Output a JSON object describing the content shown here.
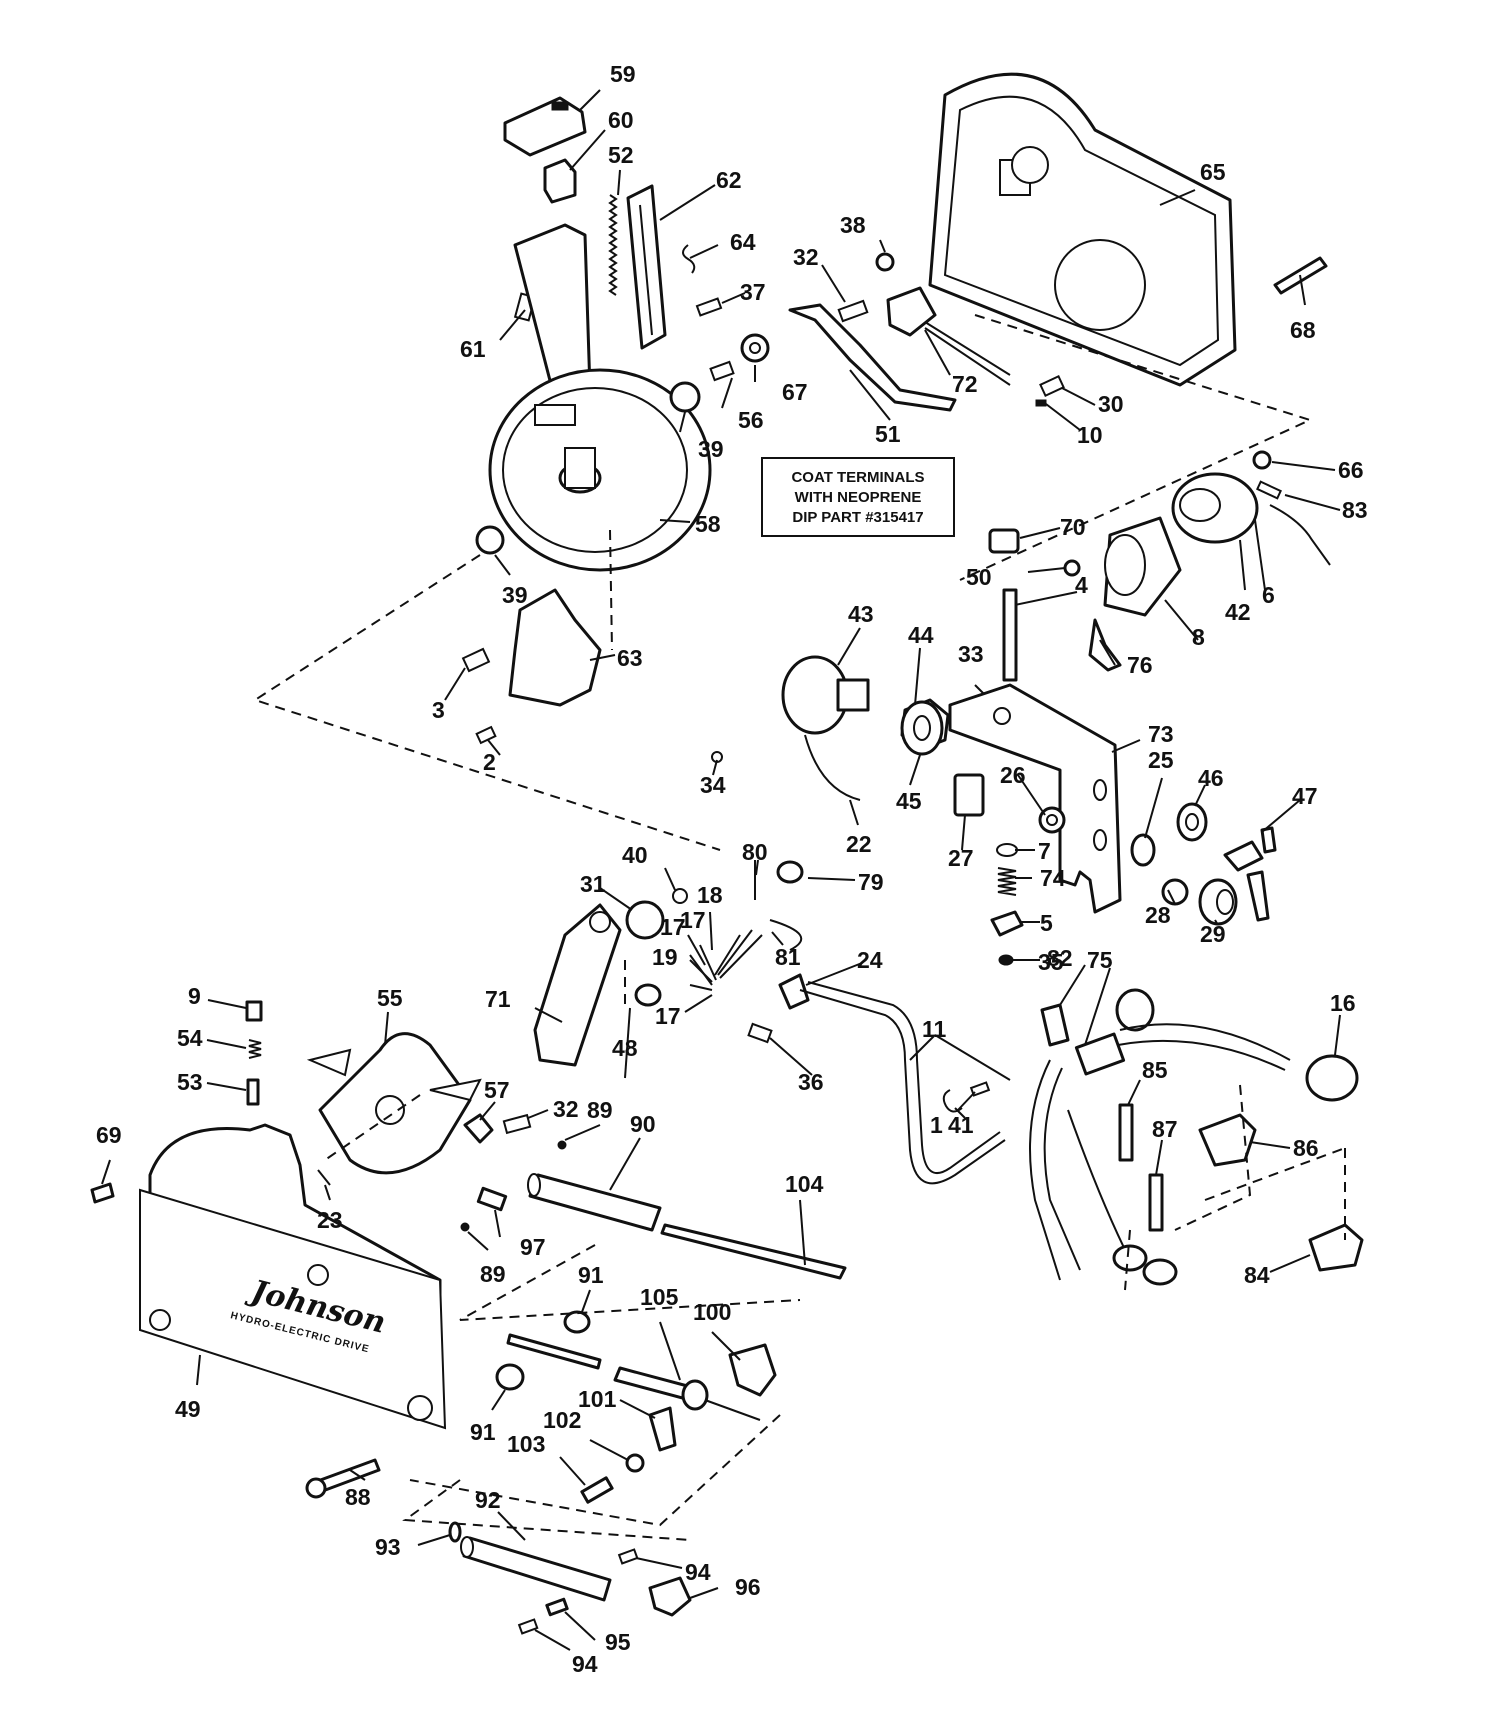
{
  "note": {
    "line1": "COAT TERMINALS",
    "line2": "WITH NEOPRENE",
    "line3": "DIP PART #315417"
  },
  "housing_brand": {
    "name": "Johnson",
    "subtitle": "HYDRO-ELECTRIC DRIVE"
  },
  "callouts": [
    "1",
    "2",
    "3",
    "4",
    "5",
    "6",
    "7",
    "8",
    "9",
    "10",
    "11",
    "16",
    "17",
    "17",
    "17",
    "18",
    "19",
    "22",
    "23",
    "24",
    "25",
    "26",
    "27",
    "28",
    "29",
    "30",
    "31",
    "32",
    "32",
    "33",
    "34",
    "35",
    "36",
    "37",
    "38",
    "39",
    "39",
    "40",
    "41",
    "42",
    "43",
    "44",
    "45",
    "46",
    "47",
    "48",
    "49",
    "50",
    "51",
    "52",
    "53",
    "54",
    "55",
    "56",
    "57",
    "58",
    "59",
    "60",
    "61",
    "62",
    "63",
    "64",
    "65",
    "66",
    "67",
    "68",
    "69",
    "70",
    "71",
    "72",
    "73",
    "74",
    "75",
    "76",
    "79",
    "80",
    "81",
    "82",
    "83",
    "84",
    "85",
    "86",
    "87",
    "88",
    "89",
    "89",
    "90",
    "91",
    "91",
    "92",
    "93",
    "94",
    "94",
    "95",
    "96",
    "97",
    "100",
    "101",
    "102",
    "103",
    "104",
    "105"
  ]
}
